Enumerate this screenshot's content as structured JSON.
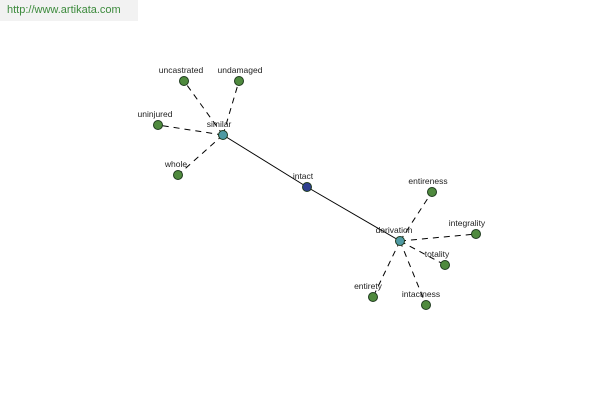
{
  "banner": {
    "url": "http://www.artikata.com"
  },
  "colors": {
    "leaf": "#4f8a3e",
    "hub": "#4f9aa3",
    "center": "#2e3f8f",
    "edge": "#000000",
    "banner_text": "#3c8a3c"
  },
  "graph": {
    "center": {
      "id": "intact",
      "label": "intact"
    },
    "hubs": [
      {
        "id": "similar",
        "label": "similar"
      },
      {
        "id": "derivation",
        "label": "derivation"
      }
    ],
    "leaves": [
      {
        "id": "uncastrated",
        "label": "uncastrated",
        "hub": "similar"
      },
      {
        "id": "undamaged",
        "label": "undamaged",
        "hub": "similar"
      },
      {
        "id": "uninjured",
        "label": "uninjured",
        "hub": "similar"
      },
      {
        "id": "whole",
        "label": "whole",
        "hub": "similar"
      },
      {
        "id": "entireness",
        "label": "entireness",
        "hub": "derivation"
      },
      {
        "id": "integrality",
        "label": "integrality",
        "hub": "derivation"
      },
      {
        "id": "totality",
        "label": "totality",
        "hub": "derivation"
      },
      {
        "id": "entirety",
        "label": "entirety",
        "hub": "derivation"
      },
      {
        "id": "intactness",
        "label": "intactness",
        "hub": "derivation"
      }
    ]
  }
}
